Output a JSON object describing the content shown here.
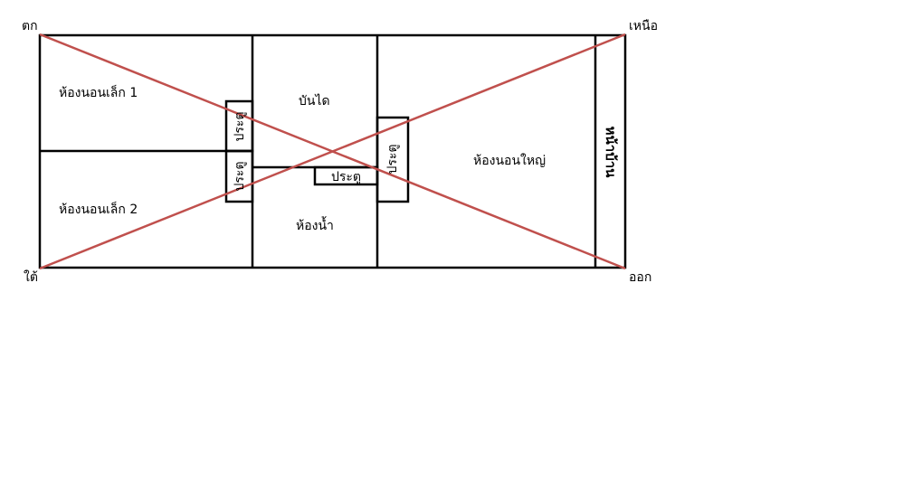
{
  "directions": {
    "top_left": "ตก",
    "top_right": "เหนือ",
    "bottom_left": "ใต้",
    "bottom_right": "ออก"
  },
  "rooms": {
    "small_bedroom_1": "ห้องนอนเล็ก   1",
    "small_bedroom_2": "ห้องนอนเล็ก   2",
    "stairs": "บันได",
    "bathroom": "ห้องน้ำ",
    "master_bedroom": "ห้องนอนใหญ่",
    "front": "หน้าบ้าน"
  },
  "doors": {
    "door_bedroom_1": "ประตู",
    "door_bedroom_2": "ประตู",
    "door_bathroom": "ประตู",
    "door_master": "ประตู"
  },
  "colors": {
    "walls": "#000000",
    "diagonals": "#c0504d"
  }
}
